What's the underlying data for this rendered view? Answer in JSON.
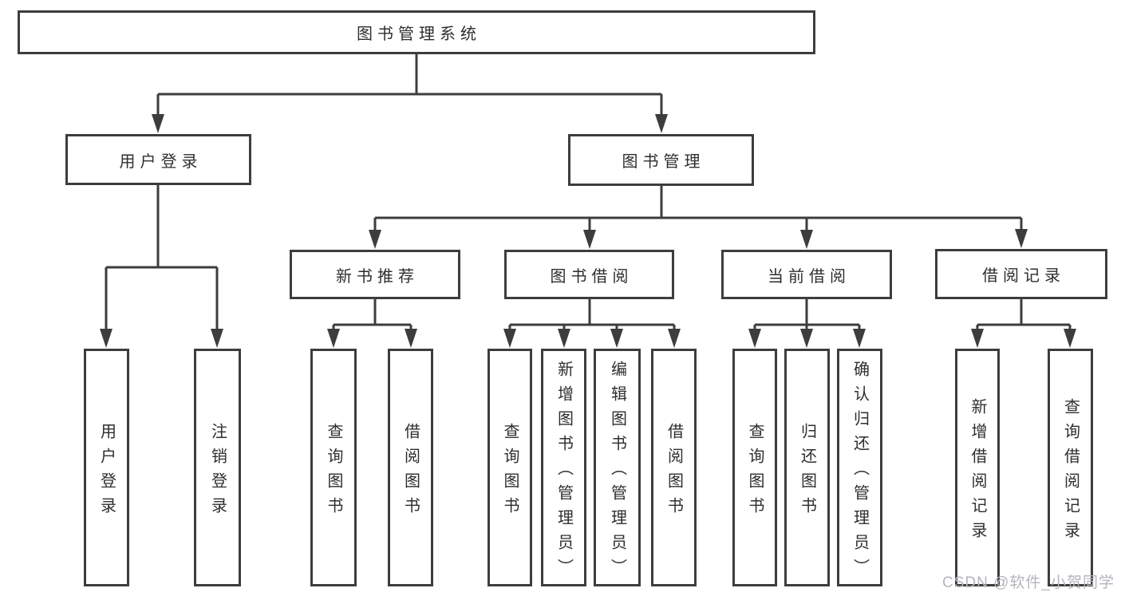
{
  "diagram": {
    "root": {
      "label": "图书管理系统"
    },
    "branches": [
      {
        "label": "用户登录",
        "leaves": [
          {
            "label": "用户登录"
          },
          {
            "label": "注销登录"
          }
        ]
      },
      {
        "label": "图书管理",
        "groups": [
          {
            "label": "新书推荐",
            "leaves": [
              {
                "label": "查询图书"
              },
              {
                "label": "借阅图书"
              }
            ]
          },
          {
            "label": "图书借阅",
            "leaves": [
              {
                "label": "查询图书"
              },
              {
                "label": "新增图书（管理员）"
              },
              {
                "label": "编辑图书（管理员）"
              },
              {
                "label": "借阅图书"
              }
            ]
          },
          {
            "label": "当前借阅",
            "leaves": [
              {
                "label": "查询图书"
              },
              {
                "label": "归还图书"
              },
              {
                "label": "确认归还（管理员）"
              }
            ]
          },
          {
            "label": "借阅记录",
            "leaves": [
              {
                "label": "新增借阅记录"
              },
              {
                "label": "查询借阅记录"
              }
            ]
          }
        ]
      }
    ]
  },
  "watermark": "CSDN @软件_小贺同学",
  "colors": {
    "line": "#3d3d3d",
    "box_border": "#3d3d3d",
    "text": "#2e2e2e",
    "background": "#ffffff",
    "watermark": "#b2b5bb"
  }
}
